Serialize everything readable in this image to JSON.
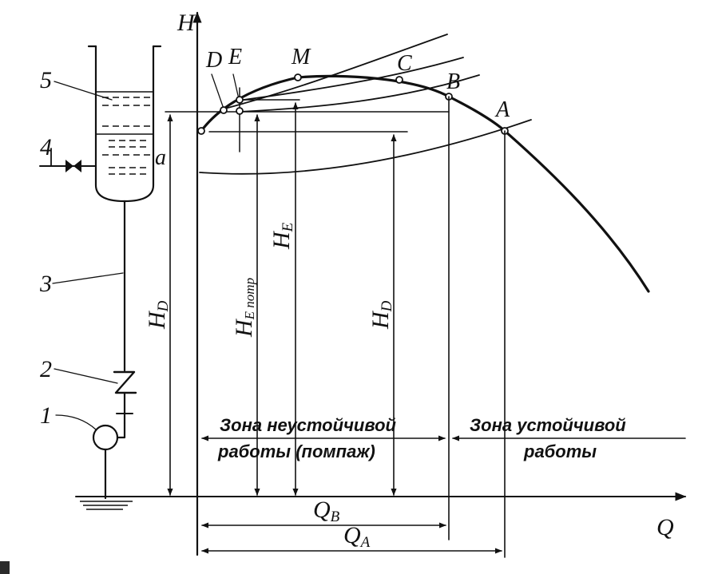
{
  "axes": {
    "h_label": "H",
    "q_label": "Q"
  },
  "numbers": {
    "n1": "1",
    "n2": "2",
    "n3": "3",
    "n4": "4",
    "n5": "5",
    "a": "a"
  },
  "points": {
    "D": "D",
    "E": "E",
    "M": "M",
    "C": "C",
    "B": "B",
    "A": "A"
  },
  "heads": {
    "hd_left": "H",
    "hd_left_sub": "D",
    "he_potr": "H",
    "he_potr_sub": "E потр",
    "he": "H",
    "he_sub": "E",
    "hd_right": "H",
    "hd_right_sub": "D"
  },
  "flows": {
    "qb": "Q",
    "qb_sub": "B",
    "qa": "Q",
    "qa_sub": "A"
  },
  "zones": {
    "unstable_line1": "Зона неустойчивой",
    "unstable_line2": "работы (помпаж)",
    "stable_line1": "Зона устойчивой",
    "stable_line2": "работы"
  }
}
